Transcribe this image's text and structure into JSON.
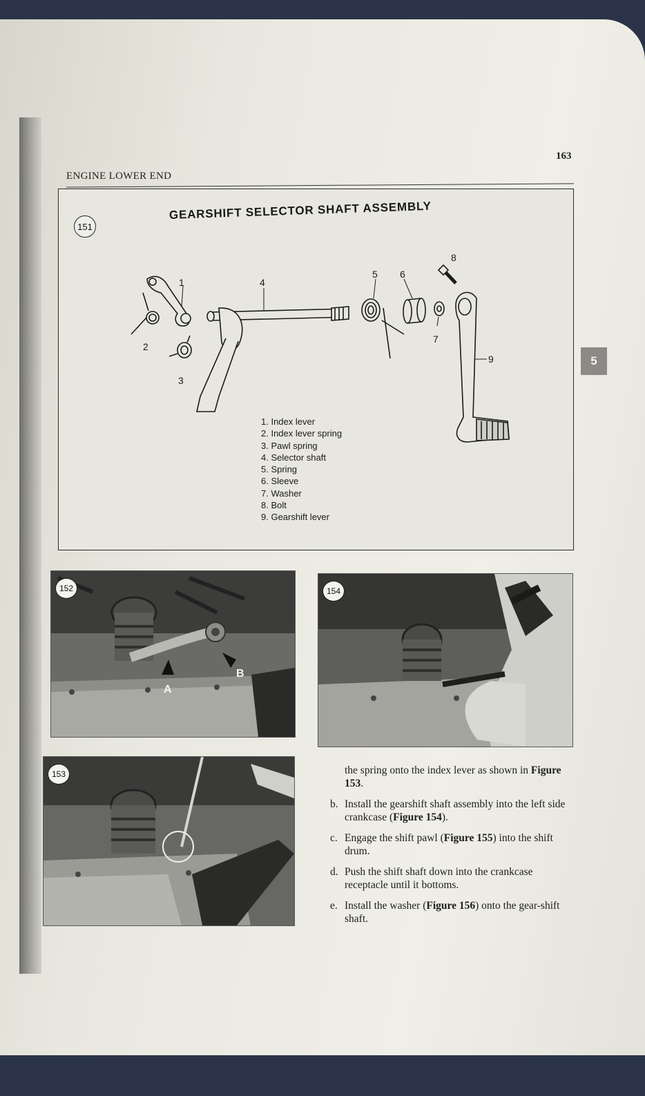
{
  "page": {
    "number": "163",
    "section_title": "ENGINE LOWER END",
    "chapter_tab": "5"
  },
  "figure151": {
    "badge": "151",
    "title": "GEARSHIFT SELECTOR SHAFT ASSEMBLY",
    "callouts": [
      "1",
      "2",
      "3",
      "4",
      "5",
      "6",
      "7",
      "8",
      "9"
    ],
    "legend": [
      "1. Index lever",
      "2. Index lever spring",
      "3. Pawl spring",
      "4. Selector shaft",
      "5. Spring",
      "6. Sleeve",
      "7. Washer",
      "8. Bolt",
      "9. Gearshift lever"
    ]
  },
  "figure152": {
    "badge": "152",
    "label_a": "A",
    "label_b": "B"
  },
  "figure153": {
    "badge": "153"
  },
  "figure154": {
    "badge": "154"
  },
  "text": {
    "continued_line": "the spring onto the index lever as shown in",
    "continued_ref": "Figure 153",
    "continued_end": ".",
    "steps": [
      {
        "letter": "b.",
        "pre": "Install the gearshift shaft assembly into the left side crankcase (",
        "ref": "Figure 154",
        "post": ")."
      },
      {
        "letter": "c.",
        "pre": "Engage the shift pawl (",
        "ref": "Figure 155",
        "post": ") into the shift drum."
      },
      {
        "letter": "d.",
        "pre": "Push the shift shaft down into the crankcase receptacle until it bottoms.",
        "ref": "",
        "post": ""
      },
      {
        "letter": "e.",
        "pre": "Install the washer (",
        "ref": "Figure 156",
        "post": ") onto the gear-shift shaft."
      }
    ]
  }
}
